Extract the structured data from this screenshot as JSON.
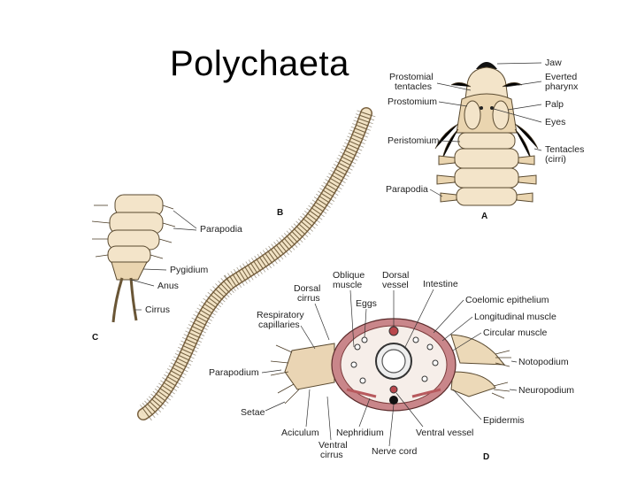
{
  "title": "Polychaeta",
  "panels": {
    "A": {
      "letter": "A",
      "labels": {
        "jaw": "Jaw",
        "prostomial_tentacles_1": "Prostomial",
        "prostomial_tentacles_2": "tentacles",
        "everted_pharynx_1": "Everted",
        "everted_pharynx_2": "pharynx",
        "prostomium": "Prostomium",
        "palp": "Palp",
        "eyes": "Eyes",
        "peristomium": "Peristomium",
        "tentacles_cirri_1": "Tentacles",
        "tentacles_cirri_2": "(cirri)",
        "parapodia": "Parapodia"
      }
    },
    "B": {
      "letter": "B"
    },
    "C": {
      "letter": "C",
      "labels": {
        "parapodia": "Parapodia",
        "pygidium": "Pygidium",
        "anus": "Anus",
        "cirrus": "Cirrus"
      }
    },
    "D": {
      "letter": "D",
      "labels": {
        "oblique_muscle_1": "Oblique",
        "oblique_muscle_2": "muscle",
        "dorsal_vessel_1": "Dorsal",
        "dorsal_vessel_2": "vessel",
        "dorsal_cirrus_1": "Dorsal",
        "dorsal_cirrus_2": "cirrus",
        "intestine": "Intestine",
        "eggs": "Eggs",
        "coelomic_epithelium": "Coelomic epithelium",
        "respiratory_capillaries_1": "Respiratory",
        "respiratory_capillaries_2": "capillaries",
        "longitudinal_muscle": "Longitudinal muscle",
        "circular_muscle": "Circular muscle",
        "parapodium": "Parapodium",
        "notopodium": "Notopodium",
        "neuropodium": "Neuropodium",
        "setae": "Setae",
        "epidermis": "Epidermis",
        "aciculum": "Aciculum",
        "nephridium": "Nephridium",
        "ventral_vessel": "Ventral vessel",
        "ventral_cirrus_1": "Ventral",
        "ventral_cirrus_2": "cirrus",
        "nerve_cord": "Nerve cord"
      }
    }
  }
}
